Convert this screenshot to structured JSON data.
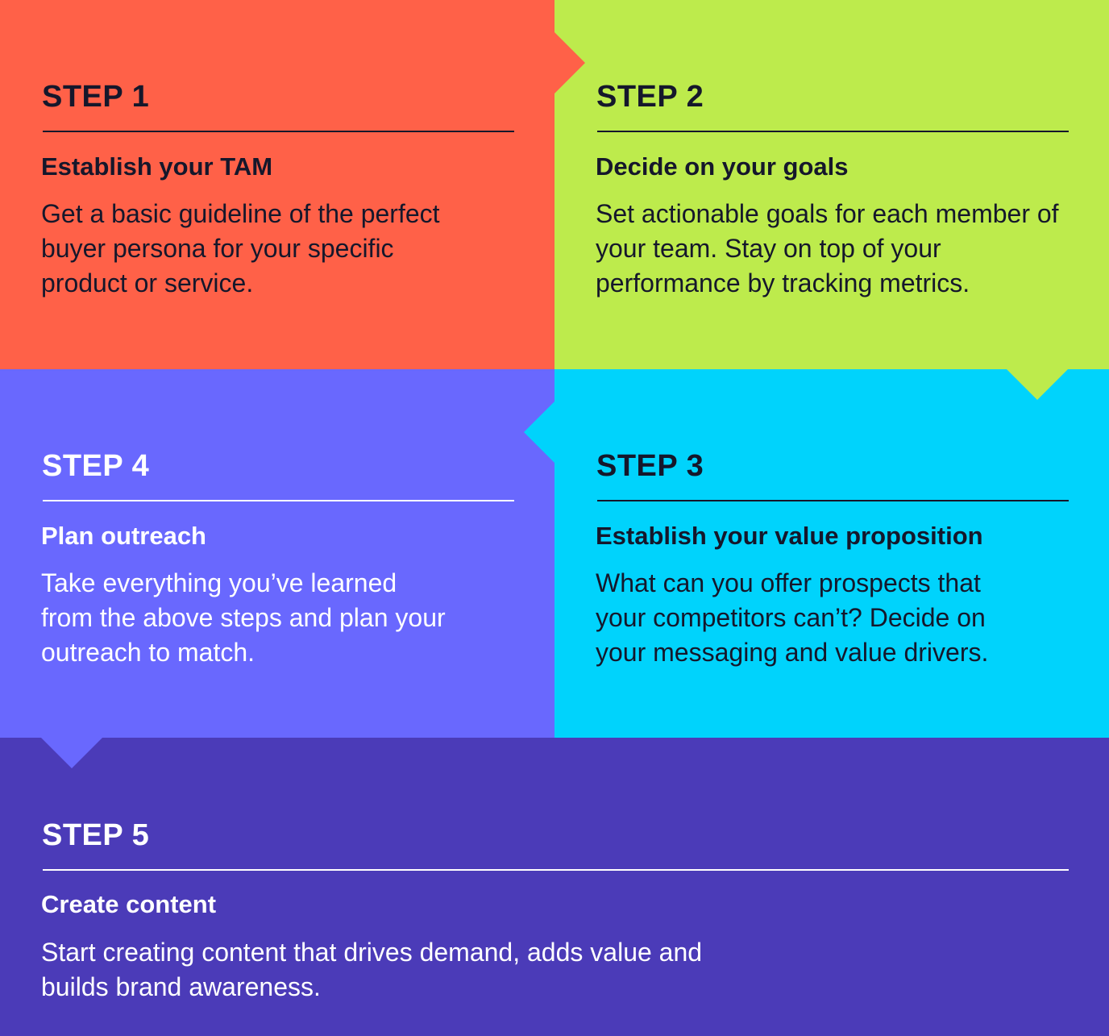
{
  "colors": {
    "step1": "#ff6148",
    "step2": "#bdeb4c",
    "step3": "#00d3fc",
    "step4": "#6968fe",
    "step5": "#4b3bb8",
    "dark_text": "#15172b",
    "light_text": "#ffffff"
  },
  "steps": [
    {
      "label": "STEP 1",
      "title": "Establish your TAM",
      "body": "Get a basic guideline of the perfect buyer persona for your specific product or service."
    },
    {
      "label": "STEP 2",
      "title": "Decide on your goals",
      "body": "Set actionable goals for each member of your team. Stay on top of your performance by tracking metrics."
    },
    {
      "label": "STEP 3",
      "title": "Establish your value proposition",
      "body": "What can you offer prospects that your competitors can’t? Decide on your messaging and value drivers."
    },
    {
      "label": "STEP 4",
      "title": "Plan outreach",
      "body": "Take everything you’ve learned from the above steps and plan your outreach to match."
    },
    {
      "label": "STEP 5",
      "title": "Create content",
      "body": "Start creating content that drives demand, adds value and builds brand awareness."
    }
  ]
}
